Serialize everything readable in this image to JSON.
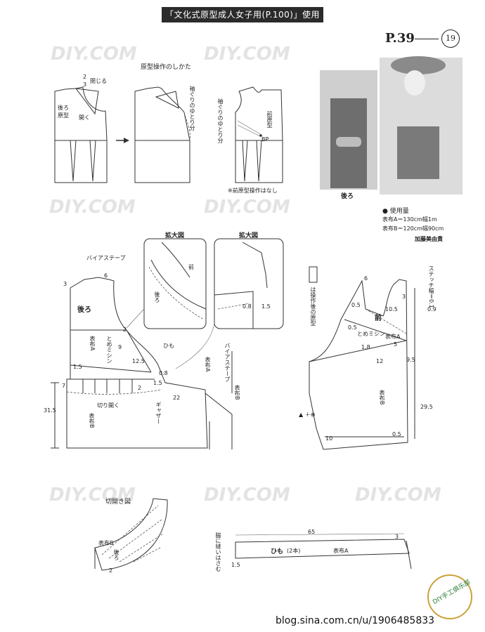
{
  "header": {
    "title": "「文化式原型成人女子用(P.100)」使用"
  },
  "page": {
    "number": "P.39",
    "circle_number": "19"
  },
  "top_section": {
    "title": "原型操作のしかた",
    "d1_close": "閉じる",
    "d1_fraction_num": "2",
    "d1_fraction_den": "3",
    "d1_back_label": "後ろ原型",
    "d1_open": "開く",
    "d2_label": "袖ぐりのゆとり分",
    "d3_left_label": "袖ぐりのゆとり分",
    "d3_front_label": "前原型",
    "d3_bp": "BP",
    "note": "※前原型操作はなし"
  },
  "photo": {
    "caption": "後ろ",
    "materials_title": "● 使用量",
    "material_a": "表布A＝130cm幅1m",
    "material_b": "表布B＝120cm幅90cm",
    "designer": "加藤美由貴"
  },
  "enlarge": {
    "label_left": "拡大図",
    "label_right": "拡大図",
    "front": "前",
    "back": "後ろ",
    "v08": "0.8",
    "v15": "1.5"
  },
  "back_pattern": {
    "bias_tape": "バイアステープ",
    "back": "後ろ",
    "fabric_a": "表布A",
    "tome": "とめミシン",
    "himo": "ひも",
    "v3": "3",
    "v6": "6",
    "v9": "9",
    "v2a": "2",
    "v2b": "2",
    "v125": "12.5",
    "v08": "0.8",
    "v15a": "1.5",
    "v15b": "1.5",
    "v7": "7",
    "v22": "22",
    "v315": "31.5",
    "cut_open": "切り開く",
    "fabric_b": "表布B",
    "gather": "ギャザー",
    "bias_tape2": "バイアステープ",
    "fabric_a2": "表布A",
    "fabric_b2": "表布B"
  },
  "front_pattern": {
    "legend": "は操作後の原型",
    "stitch": "ステッチ幅＝0.1",
    "stitch2": "0.9",
    "front": "前",
    "v6": "6",
    "v3": "3",
    "v105": "10.5",
    "v05a": "0.5",
    "v05b": "0.5",
    "v05c": "0.5",
    "fabric_a": "表布A",
    "tome": "とめミシン",
    "v5": "5",
    "v18": "1.8",
    "v12": "12",
    "v95": "9.5",
    "fabric_b": "表布B",
    "v295": "29.5",
    "v10": "10",
    "marks": "▲ ＋⊕"
  },
  "kirake": {
    "title": "切開き図",
    "fabric_b": "表布B",
    "back": "後ろ",
    "v2": "2"
  },
  "himo_piece": {
    "side_note": "脇に縫いはさむ",
    "v65": "65",
    "v3": "3",
    "v15": "1.5",
    "label": "ひも",
    "count": "(2本)",
    "fabric_a": "表布A"
  },
  "watermarks": [
    "DIY.COM"
  ],
  "footer": {
    "url": "blog.sina.com.cn/u/1906485833",
    "club": "DIY手工俱乐部"
  }
}
